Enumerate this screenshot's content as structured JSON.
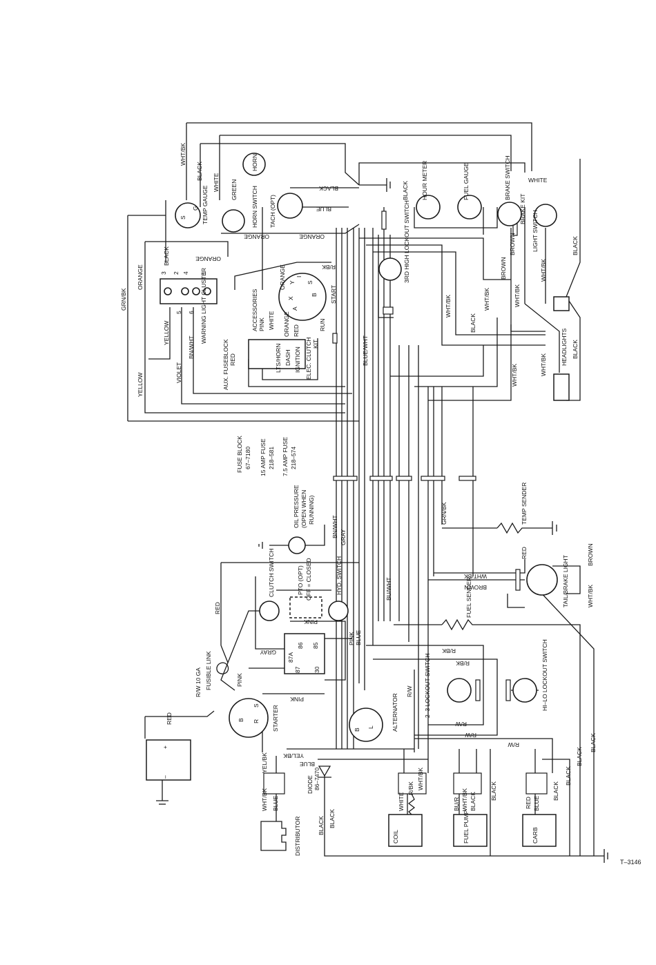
{
  "page_id": "T–3146",
  "components": {
    "fuse_block": "FUSE BLOCK",
    "fuse_block_pn": "67–7180",
    "fuse_15": "15 AMP FUSE",
    "fuse_15_pn": "218–581",
    "fuse_75": "7.5 AMP FUSE",
    "fuse_75_pn": "218–574",
    "oil_pressure_1": "OIL PRESSURE",
    "oil_pressure_2": "(OPEN WHEN",
    "oil_pressure_3": "RUNNING)",
    "temp_sender": "TEMP SENDER",
    "tail_brake": "TAIL/BRAKE LIGHT",
    "fuel_sender": "FUEL SENDER",
    "clutch_switch": "CLUTCH SWITCH",
    "pto": "PTO (OPT)",
    "off_closed": "OFF = CLOSED",
    "hyd_switch": "HYD. SWITCH",
    "fusible_link": "FUSIBLE LINK",
    "rw10": "R/W 10 GA",
    "starter": "STARTER",
    "alternator": "ALTERNATOR",
    "lockout_23": "2–3 LOCKOUT SWITCH",
    "hilo_lockout": "HI–LO LOCKOUT SWITCH",
    "diode": "DIODE",
    "diode_pn": "86–7470",
    "distributor": "DISTRIBUTOR",
    "coil": "COIL",
    "fuel_pump": "FUEL PUMP",
    "carb": "CARB",
    "temp_gauge": "TEMP GAUGE",
    "horn": "HORN",
    "horn_switch": "HORN SWITCH",
    "tach": "TACH (OPT)",
    "hour_meter": "HOUR METER",
    "fuel_gauge": "FUEL GAUGE",
    "brake_switch": "BRAKE SWITCH",
    "brake_kit": "BRAKE KIT",
    "light_switch": "LIGHT SWITCH",
    "headlights": "HEADLIGHTS",
    "third_high": "3RD HIGH LOCKOUT SWITCH",
    "warning_light": "WARNING LIGHT CLUSTER",
    "accessories": "ACCESSORIES",
    "aux_fuseblock": "AUX. FUSEBLOCK",
    "ignition": "IGNITION",
    "elec_clutch": "ELEC. CLUTCH",
    "kit": "KIT",
    "dash": "DASH",
    "lts_horn": "LTS/HORN",
    "run": "RUN",
    "start": "START"
  },
  "wires": {
    "wht_bk": "WHT/BK",
    "black": "BLACK",
    "white": "WHITE",
    "green": "GREEN",
    "blue": "BLUE",
    "orange": "ORANGE",
    "grn_bk": "GRN/BK",
    "yellow": "YELLOW",
    "violet": "VIOLET",
    "bn_wht": "BN/WHT",
    "pink": "PINK",
    "red": "RED",
    "r_bk": "R/BK",
    "blue_wht": "BLUE/WHT",
    "brown": "BROWN",
    "gray": "GRAY",
    "bu_wht": "BU/WHT",
    "r_w": "R/W",
    "yel_bk": "YEL/BK",
    "bu_r": "BU/R"
  },
  "terminals": {
    "t3": "3",
    "t2": "2",
    "t4": "4",
    "t1": "1",
    "t5": "5",
    "t6": "6",
    "s": "S",
    "i": "I",
    "g": "G",
    "b": "B",
    "l": "L",
    "a": "A",
    "x": "X",
    "y": "Y",
    "r": "R",
    "r87a": "87A",
    "r86": "86",
    "r85": "85",
    "r87": "87",
    "r30": "30",
    "plus": "+",
    "minus": "–"
  }
}
